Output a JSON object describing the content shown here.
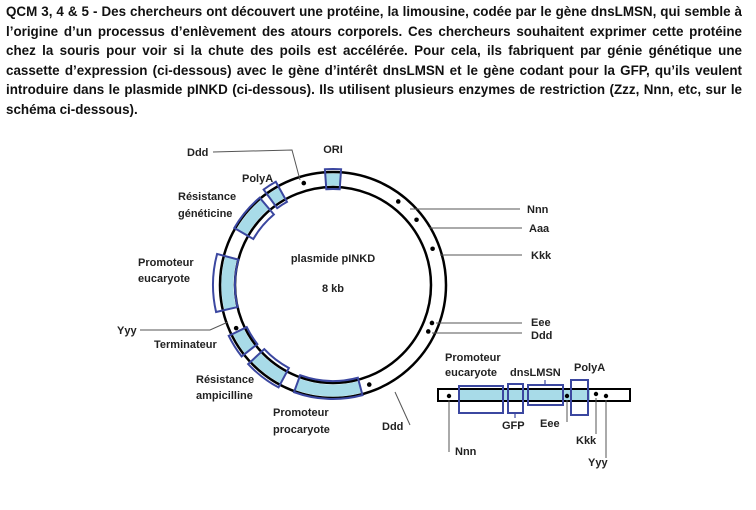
{
  "question": "QCM 3, 4 & 5 - Des chercheurs ont découvert une protéine, la limousine, codée par le gène dnsLMSN, qui semble à l’origine d’un processus d’enlèvement des atours corporels. Ces chercheurs souhaitent exprimer cette protéine chez la souris pour voir si la chute des poils est accélérée. Pour cela, ils fabriquent par génie génétique une cassette d’expression (ci-dessous) avec le gène d’intérêt dnsLMSN et le gène codant pour la GFP, qu’ils veulent introduire dans le plasmide pINKD (ci-dessous). Ils utilisent plusieurs enzymes de restriction (Zzz, Nnn, etc, sur le schéma ci-dessous).",
  "plasmid": {
    "name": "plasmide pINKD",
    "size": "8 kb",
    "labels": {
      "ori": "ORI",
      "polyA": "PolyA",
      "res_gen_1": "Résistance",
      "res_gen_2": "généticine",
      "prom_euk_1": "Promoteur",
      "prom_euk_2": "eucaryote",
      "term": "Terminateur",
      "res_amp_1": "Résistance",
      "res_amp_2": "ampicilline",
      "prom_pro_1": "Promoteur",
      "prom_pro_2": "procaryote"
    },
    "sites": {
      "ddd_top": "Ddd",
      "nnn": "Nnn",
      "aaa": "Aaa",
      "kkk": "Kkk",
      "eee": "Eee",
      "ddd_right": "Ddd",
      "yyy": "Yyy",
      "ddd_bottom": "Ddd"
    }
  },
  "cassette": {
    "prom_1": "Promoteur",
    "prom_2": "eucaryote",
    "gene": "dnsLMSN",
    "polyA": "PolyA",
    "gfp": "GFP",
    "eee": "Eee",
    "nnn": "Nnn",
    "kkk": "Kkk",
    "yyy": "Yyy"
  },
  "colors": {
    "fill": "#a8dbe8",
    "box": "#3b47a0"
  }
}
